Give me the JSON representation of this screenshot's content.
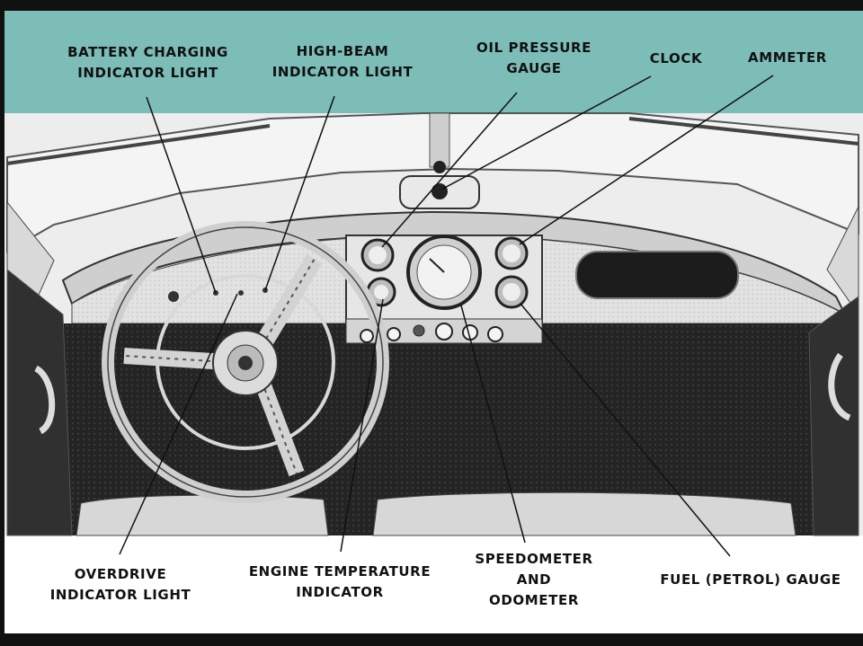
{
  "labels": {
    "battery": [
      "BATTERY CHARGING",
      "INDICATOR LIGHT"
    ],
    "highbeam": [
      "HIGH-BEAM",
      "INDICATOR LIGHT"
    ],
    "oil": [
      "OIL PRESSURE",
      "GAUGE"
    ],
    "clock": [
      "CLOCK"
    ],
    "ammeter": [
      "AMMETER"
    ],
    "overdrive": [
      "OVERDRIVE",
      "INDICATOR LIGHT"
    ],
    "engine_temp": [
      "ENGINE TEMPERATURE",
      "INDICATOR"
    ],
    "speedometer": [
      "SPEEDOMETER",
      "AND",
      "ODOMETER"
    ],
    "fuel": [
      "FUEL (PETROL) GAUGE"
    ]
  },
  "colors": {
    "banner": "#7dbdb8",
    "paper": "#ffffff",
    "border": "#111111",
    "dash_light": "#d8d8d8",
    "interior_dark": "#2a2a2a"
  }
}
